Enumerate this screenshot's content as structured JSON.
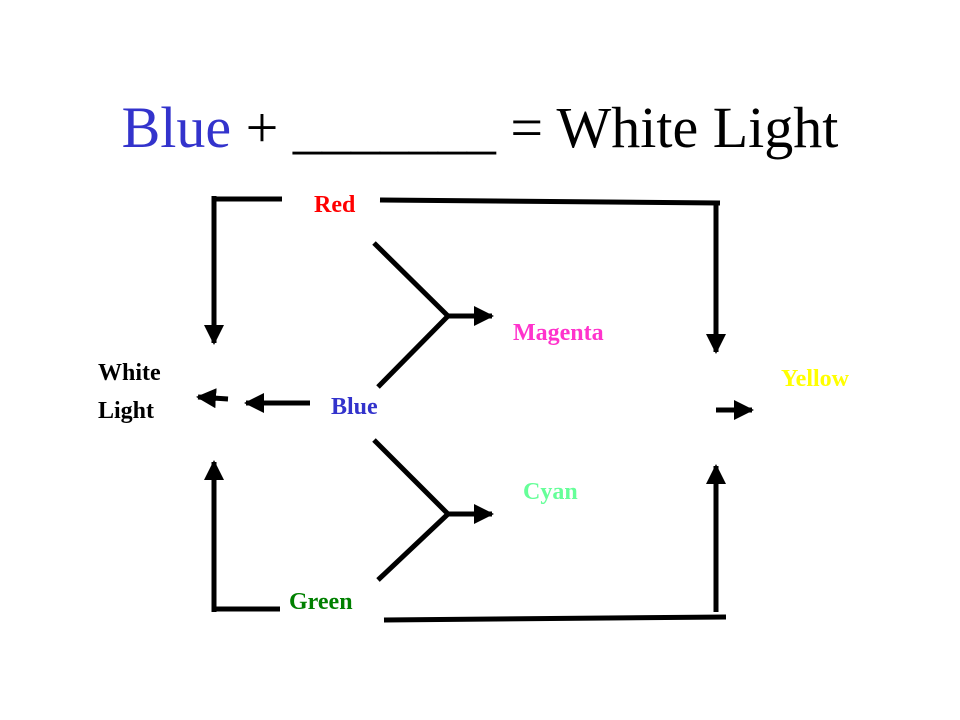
{
  "slide": {
    "title": {
      "primary": "Blue",
      "rest": " + _______ = White Light"
    }
  },
  "diagram": {
    "nodes": {
      "red": {
        "label": "Red",
        "color": "#ff0000"
      },
      "blue": {
        "label": "Blue",
        "color": "#3333cc"
      },
      "green": {
        "label": "Green",
        "color": "#008000"
      },
      "magenta": {
        "label": "Magenta",
        "color": "#ff33cc"
      },
      "cyan": {
        "label": "Cyan",
        "color": "#66ff99"
      },
      "yellow": {
        "label": "Yellow",
        "color": "#ffff00"
      },
      "white_light": {
        "label_line1": "White",
        "label_line2": "Light",
        "color": "#000000"
      }
    },
    "title_highlight_color": "#3333cc",
    "edges": [
      {
        "from": "red",
        "to": "magenta"
      },
      {
        "from": "blue",
        "to": "magenta"
      },
      {
        "from": "blue",
        "to": "cyan"
      },
      {
        "from": "green",
        "to": "cyan"
      },
      {
        "from": "red",
        "to": "white_light"
      },
      {
        "from": "blue",
        "to": "white_light"
      },
      {
        "from": "green",
        "to": "white_light"
      },
      {
        "from": "red",
        "to": "yellow"
      },
      {
        "from": "green",
        "to": "yellow"
      }
    ]
  }
}
